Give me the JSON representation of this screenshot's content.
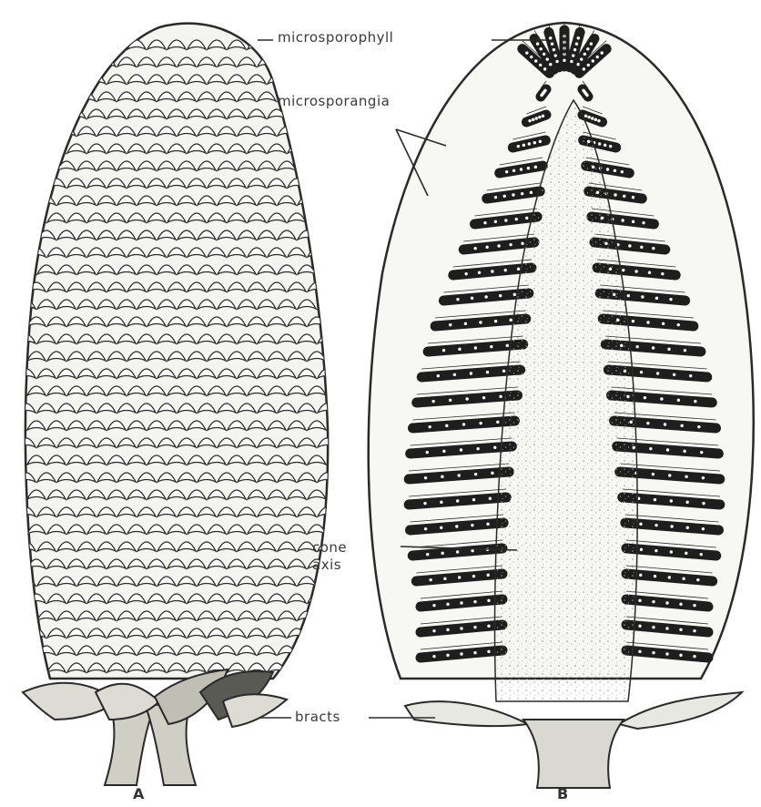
{
  "labels": {
    "microsporophyll": "microsporophyll",
    "microsporangia": "microsporangia",
    "cone_axis_line1": "cone",
    "cone_axis_line2": "axis",
    "bracts": "bracts"
  },
  "panels": {
    "a": "A",
    "b": "B"
  },
  "colors": {
    "ink": "#2a2a2a",
    "sporangium": "#1e1e1e",
    "background": "#ffffff",
    "axis_fill": "#ececec"
  }
}
